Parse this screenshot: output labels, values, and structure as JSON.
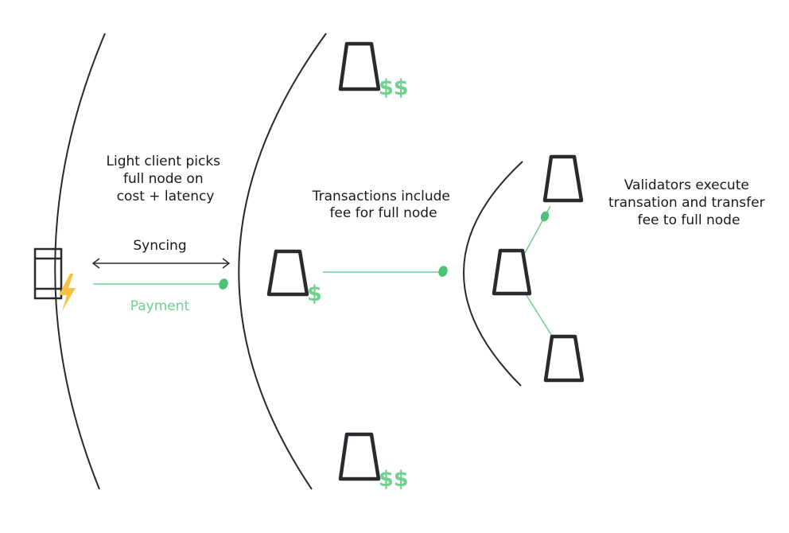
{
  "colors": {
    "ink": "#2a2a2e",
    "accent_green": "#6fd08f",
    "dot_green": "#4cc274",
    "bolt_yellow": "#f5c242"
  },
  "icons": {
    "light_client": "phone-icon",
    "lightning": "lightning-bolt-icon",
    "node": "server-node-icon"
  },
  "labels": {
    "light_client_caption": [
      "Light client picks",
      "full node on",
      "cost + latency"
    ],
    "syncing": "Syncing",
    "payment": "Payment",
    "transactions_caption": [
      "Transactions include",
      "fee for full node"
    ],
    "validators_caption": [
      "Validators execute",
      "transation and transfer",
      "fee to full node"
    ]
  },
  "fees": {
    "top_node": "$$",
    "center_node": "$",
    "bottom_node": "$$"
  }
}
